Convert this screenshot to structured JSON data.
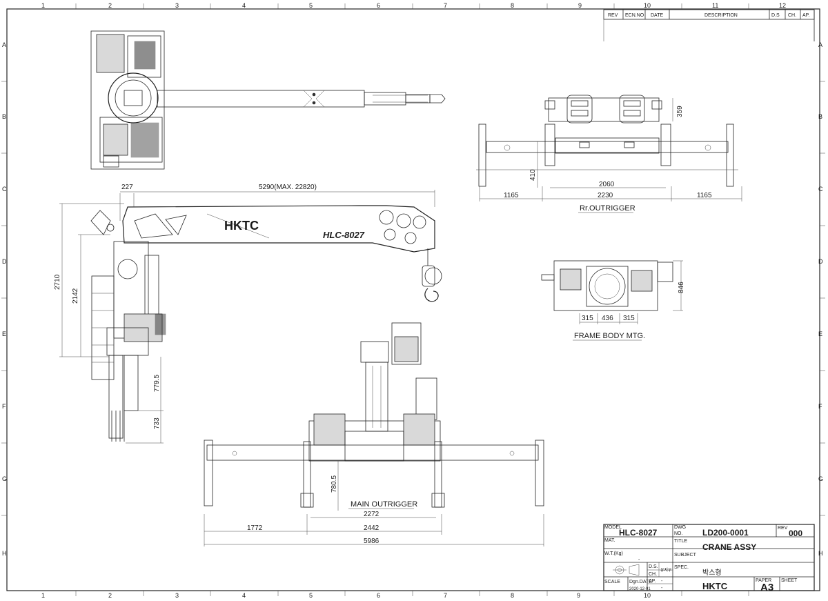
{
  "border": {
    "columns": [
      "1",
      "2",
      "3",
      "4",
      "5",
      "6",
      "7",
      "8",
      "9",
      "10",
      "11",
      "12"
    ],
    "rows": [
      "A",
      "B",
      "C",
      "D",
      "E",
      "F",
      "G",
      "H"
    ]
  },
  "revision_table": {
    "headers": [
      "REV",
      "ECN.NO",
      "DATE",
      "DESCRIPTION",
      "D.S",
      "CH.",
      "AP."
    ]
  },
  "views": {
    "side": {
      "brand": "HKTC",
      "model_mark": "HLC-8027",
      "dims": {
        "offset_227": "227",
        "reach": "5290(MAX. 22820)",
        "height_total": "2710",
        "height_mount": "2142",
        "lower_1": "779.5",
        "lower_2": "733"
      }
    },
    "rear_outrigger": {
      "label": "Rr.OUTRIGGER",
      "dims": {
        "height_359": "359",
        "height_410": "410",
        "inner_2060": "2060",
        "left_1165": "1165",
        "mid_2230": "2230",
        "right_1165": "1165"
      }
    },
    "frame_body": {
      "label": "FRAME BODY MTG.",
      "dims": {
        "d_315a": "315",
        "d_436": "436",
        "d_315b": "315",
        "h_846": "846"
      }
    },
    "main_outrigger": {
      "label": "MAIN OUTRIGGER",
      "dims": {
        "h_780": "780.5",
        "w_2272": "2272",
        "w_1772": "1772",
        "w_2442": "2442",
        "w_5986": "5986"
      }
    }
  },
  "title_block": {
    "model_label": "MODEL",
    "model_value": "HLC-8027",
    "dwg_label": "DWG\nNO.",
    "dwg_value": "LD200-0001",
    "rev_label": "REV",
    "rev_value": "000",
    "mat_label": "MAT.",
    "title_label": "TITLE",
    "title_value": "CRANE ASSY",
    "wt_label": "W.T.(Kg)",
    "wt_value": "-",
    "subject_label": "SUBJECT",
    "ds_label": "D.S.",
    "ds_value": "유지우",
    "ch_label": "CH.",
    "spec_label": "SPEC.",
    "spec_value": "박스형",
    "scale_label": "SCALE",
    "dgn_label": "Dgn.DATE",
    "dgn_value": "2020-12-01",
    "ap_label": "AP.",
    "ap_value": "-",
    "ch_value": "-",
    "brand": "HKTC",
    "paper_label": "PAPER",
    "paper_value": "A3",
    "sheet_label": "SHEET"
  },
  "colors": {
    "ink": "#1a1a1a",
    "paper": "#ffffff"
  }
}
